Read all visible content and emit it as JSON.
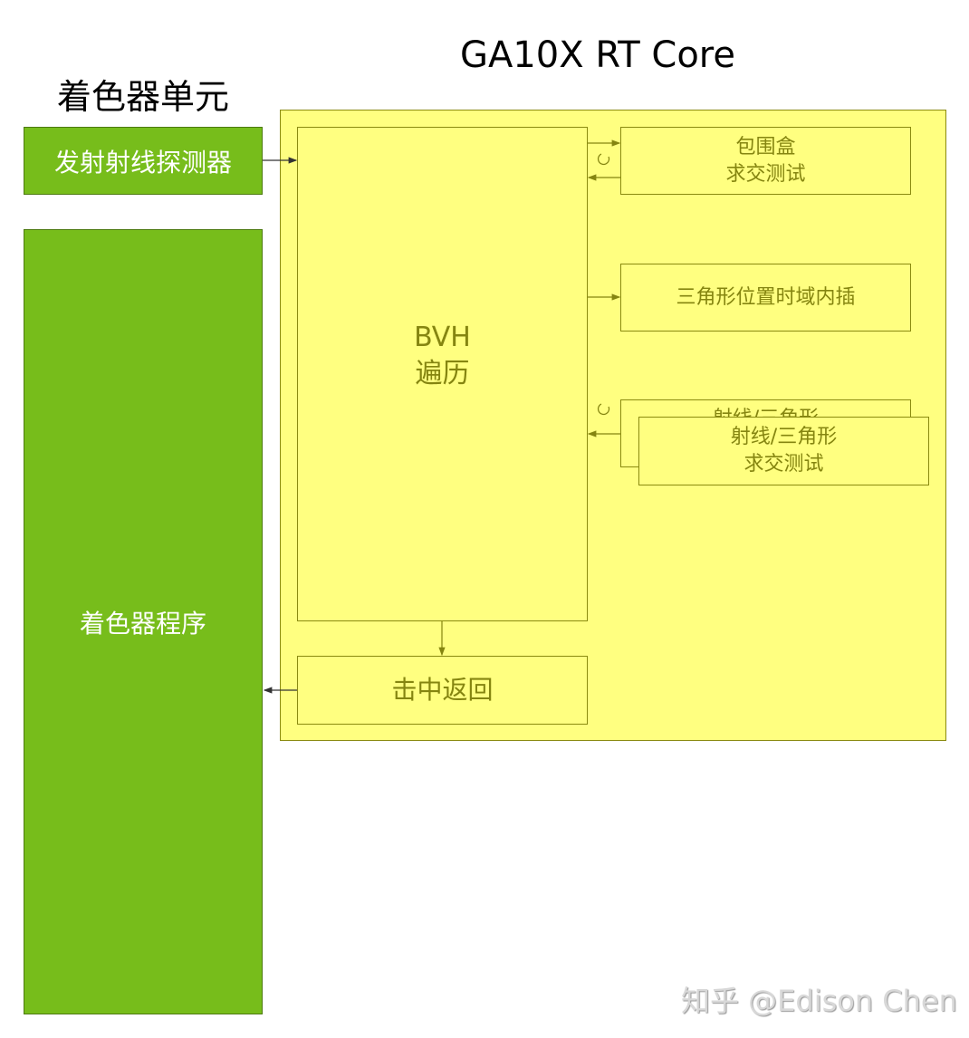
{
  "title": "GA10X RT Core",
  "shader_unit": {
    "title": "着色器单元",
    "ray_probe": "发射射线探测器",
    "shader_program": "着色器程序"
  },
  "rt_core": {
    "bvh": {
      "line1": "BVH",
      "line2": "遍历"
    },
    "bbox_test": {
      "line1": "包围盒",
      "line2": "求交测试"
    },
    "triangle_interp": "三角形位置时域内插",
    "ray_tri_test": {
      "line1": "射线/三角形",
      "line2": "求交测试"
    },
    "hit_return": "击中返回"
  },
  "watermark": "知乎 @Edison Chen",
  "colors": {
    "green": "#77bd1b",
    "yellow": "#ffff80",
    "olive": "#858510"
  }
}
